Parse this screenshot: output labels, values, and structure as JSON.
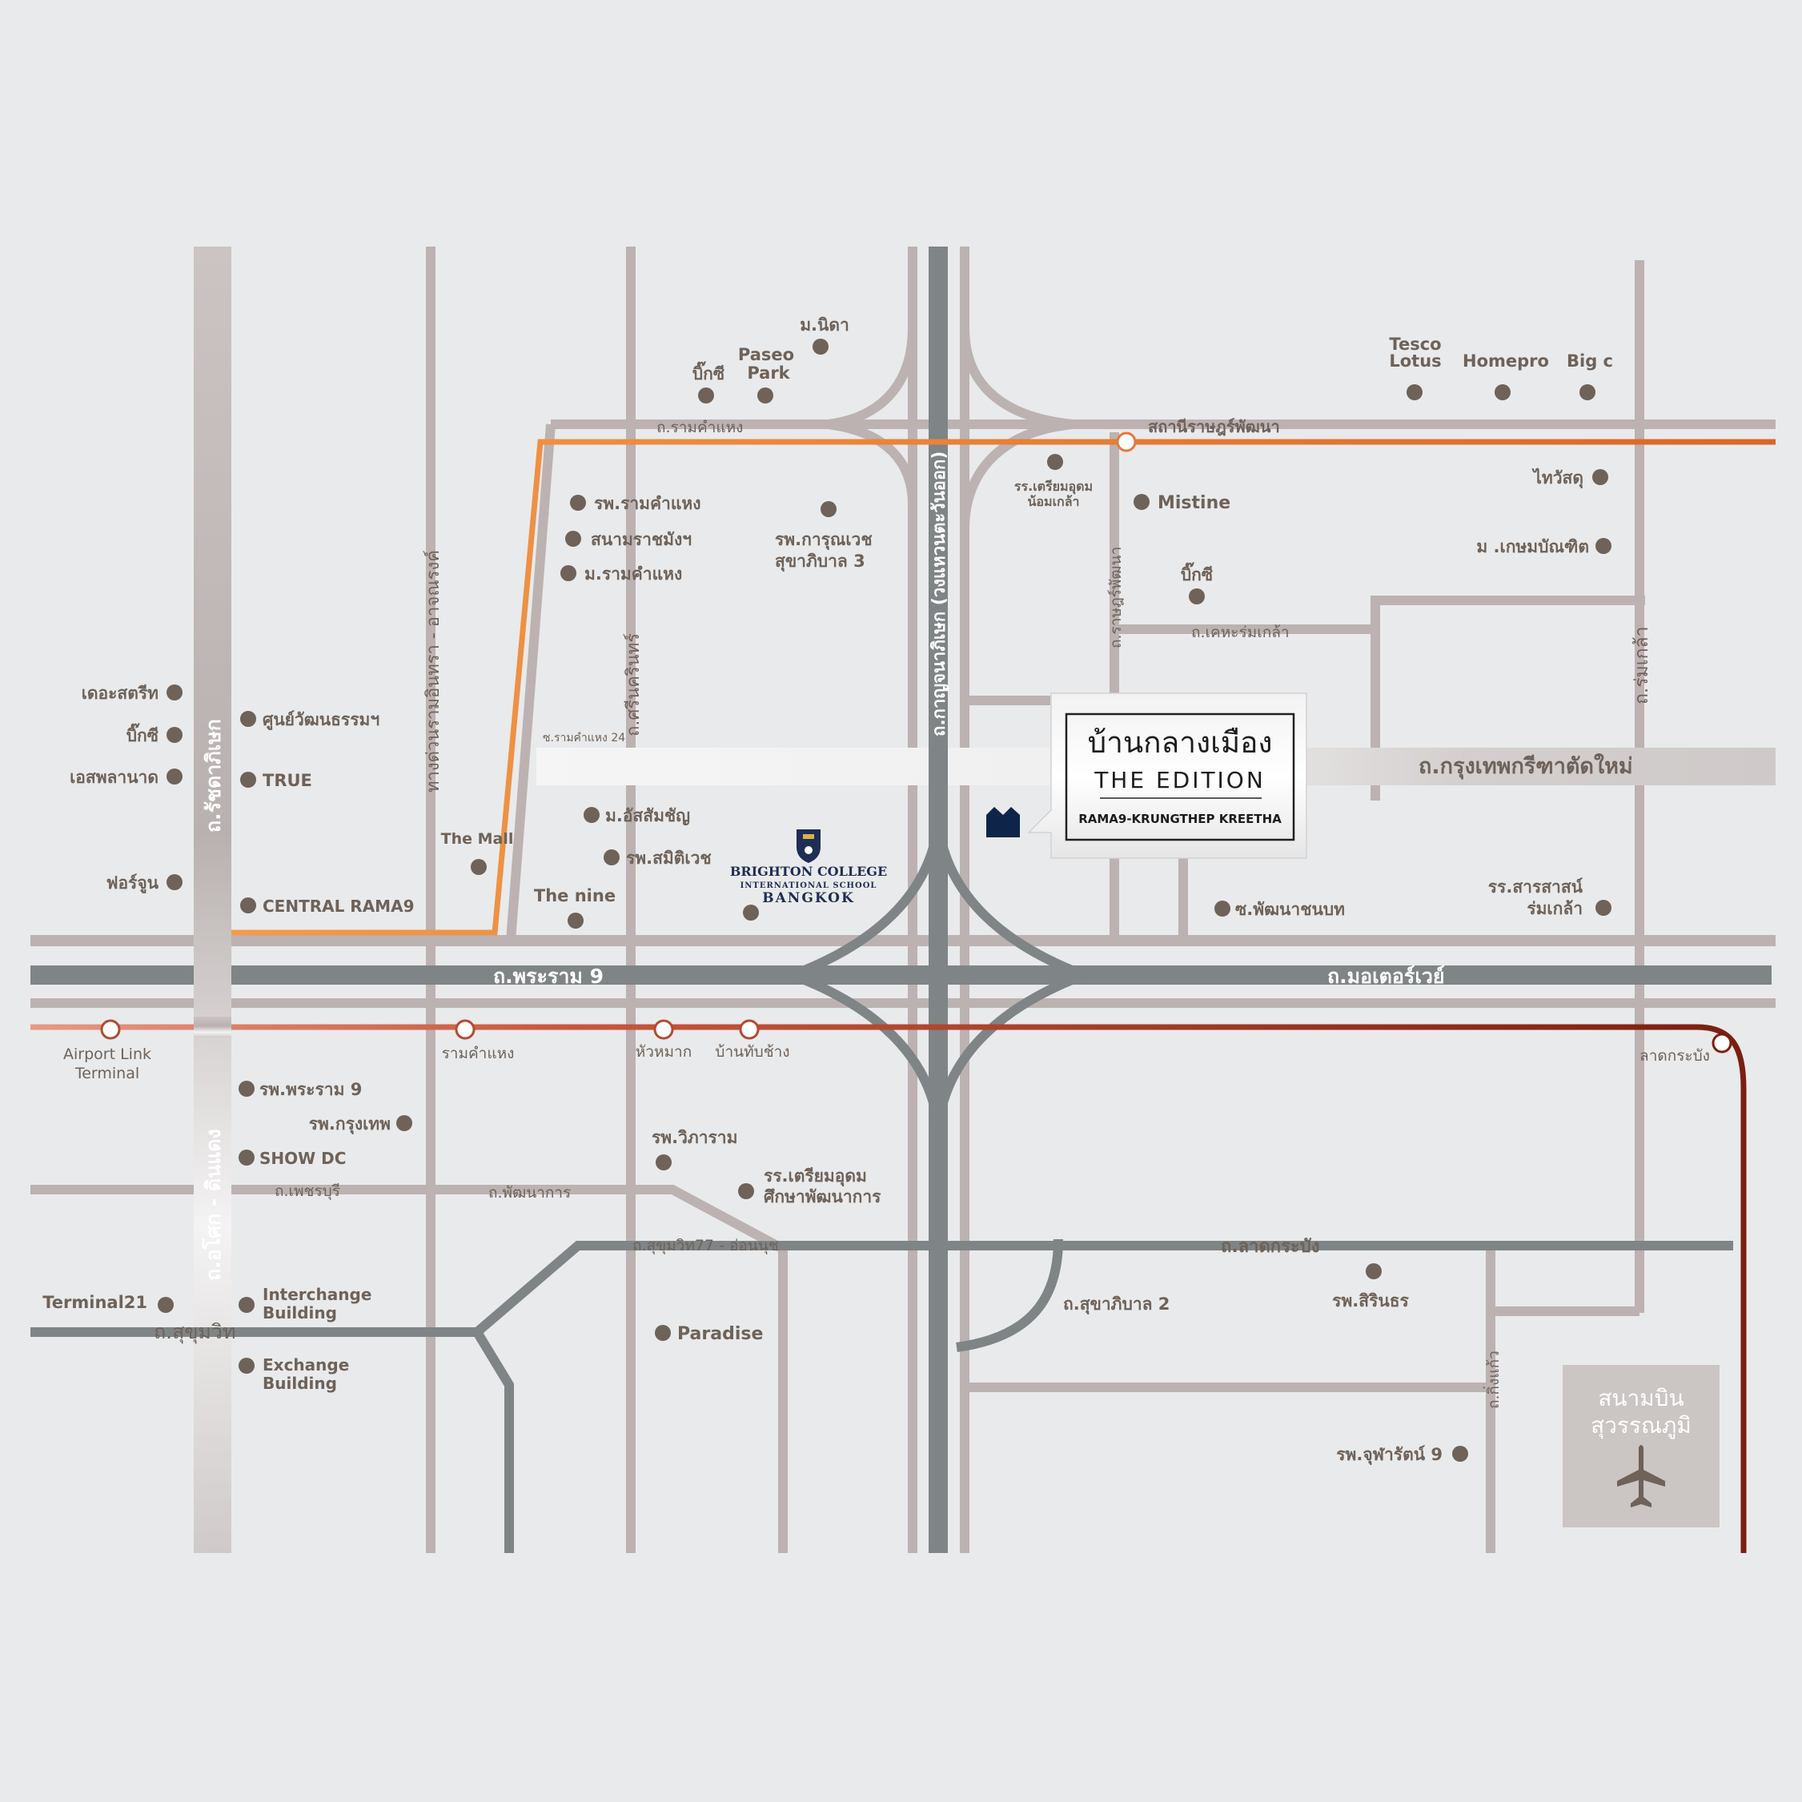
{
  "project": {
    "title": "บ้านกลางเมือง",
    "subtitle": "THE EDITION",
    "tagline": "RAMA9-KRUNGTHEP KREETHA"
  },
  "school": {
    "line1": "BRIGHTON COLLEGE",
    "line2": "INTERNATIONAL SCHOOL",
    "line3": "BANGKOK"
  },
  "airport": {
    "line1": "สนามบิน",
    "line2": "สุวรรณภูมิ"
  },
  "roads": {
    "ratchadaphisek": "ถ.รัชดาภิเษก",
    "asoke_dindaeng": "ถ.อโศก - ดินแดง",
    "expressway": "ทางด่วนรามอินทรา - อาจณรงค์",
    "srinakarin": "ถ.ศรีนครินทร์",
    "kanchanaphisek": "ถ.กาญจนาภิเษก (วงแหวนตะวันออก)",
    "ramkhamhaeng": "ถ.รามคำแหง",
    "ramkhamhaeng24": "ซ.รามคำแหง 24",
    "rat_phatthana": "ถ.ราษฎร์พัฒนา",
    "kheha_romklao": "ถ.เคหะร่มเกล้า",
    "romklao": "ถ.ร่มเกล้า",
    "krungthep_kreetha": "ถ.กรุงเทพกรีฑาตัดใหม่",
    "rama9": "ถ.พระราม 9",
    "motorway": "ถ.มอเตอร์เวย์",
    "phetchaburi": "ถ.เพชรบุรี",
    "phatthanakan": "ถ.พัฒนาการ",
    "sukhumvit77": "ถ.สุขุมวิท77 - อ่อนนุช",
    "lat_krabang": "ถ.ลาดกระบัง",
    "sukhaphiban2": "ถ.สุขาภิบาล 2",
    "sukhumvit": "ถ.สุขุมวิท",
    "king_kaeo": "ถ.กิ่งแก้ว"
  },
  "stations": {
    "rat_phatthana": "สถานีราษฎร์พัฒนา",
    "airport_link_terminal_1": "Airport Link",
    "airport_link_terminal_2": "Terminal",
    "ramkhamhaeng": "รามคำแหง",
    "hua_mak": "หัวหมาก",
    "ban_thap_chang": "บ้านทับช้าง",
    "lat_krabang": "ลาดกระบัง"
  },
  "pois": {
    "m_nida": "ม.นิดา",
    "paseo_1": "Paseo",
    "paseo_2": "Park",
    "bigc_1": "บิ๊กซี",
    "tesco_1": "Tesco",
    "tesco_2": "Lotus",
    "homepro": "Homepro",
    "big_c": "Big c",
    "thaiwatsadu": "ไทวัสดุ",
    "kasem_bundit": "ม .เกษมบัณฑิต",
    "triam_1": "รร.เตรียมอุดม",
    "triam_2": "น้อมเกล้า",
    "mistine": "Mistine",
    "bigc_2": "บิ๊กซี",
    "rs_ramkhamhaeng": "รพ.รามคำแหง",
    "rajamangala": "สนามราชมังฯ",
    "m_ramkhamhaeng": "ม.รามคำแหง",
    "karunvej_1": "รพ.การุณเวช",
    "karunvej_2": "สุขาภิบาล 3",
    "the_street": "เดอะสตรีท",
    "bigc_3": "บิ๊กซี",
    "esplanade": "เอสพลานาด",
    "fortune": "ฟอร์จูน",
    "cultural": "ศูนย์วัฒนธรรมฯ",
    "true": "TRUE",
    "central": "CENTRAL RAMA9",
    "the_mall": "The Mall",
    "assumption": "ม.อัสสัมชัญ",
    "samitivej": "รพ.สมิติเวช",
    "the_nine": "The nine",
    "soi_phatthana": "ซ.พัฒนาชนบท",
    "sarasas_1": "รร.สารสาสน์",
    "sarasas_2": "ร่มเกล้า",
    "rama9_hospital": "รพ.พระราม 9",
    "bangkok_hospital": "รพ.กรุงเทพ",
    "show_dc": "SHOW DC",
    "vibharam": "รพ.วิภาราม",
    "triam_pat_1": "รร.เตรียมอุดม",
    "triam_pat_2": "ศึกษาพัฒนาการ",
    "terminal21": "Terminal21",
    "interchange_1": "Interchange",
    "interchange_2": "Building",
    "exchange_1": "Exchange",
    "exchange_2": "Building",
    "paradise": "Paradise",
    "sirinthorn": "รพ.สิรินธร",
    "chularat": "รพ.จุฬารัตน์ 9"
  },
  "colors": {
    "background": "#e9eaeb",
    "minor_road": "#bcb2b2",
    "major_road": "#7f8486",
    "orange_line": "#f08a3c",
    "airport_link": "#a53a22",
    "poi_dot": "#6e6259",
    "project_icon": "#0e2549"
  }
}
